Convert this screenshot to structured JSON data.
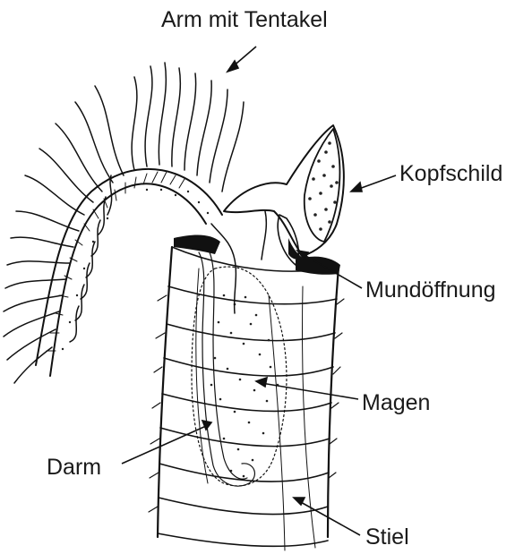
{
  "diagram": {
    "labels": {
      "arm": "Arm mit Tentakel",
      "head_shield": "Kopfschild",
      "mouth": "Mundöffnung",
      "stomach": "Magen",
      "intestine": "Darm",
      "stalk": "Stiel"
    },
    "colors": {
      "ink": "#111111",
      "background": "#ffffff",
      "label": "#1a1a1a"
    }
  }
}
